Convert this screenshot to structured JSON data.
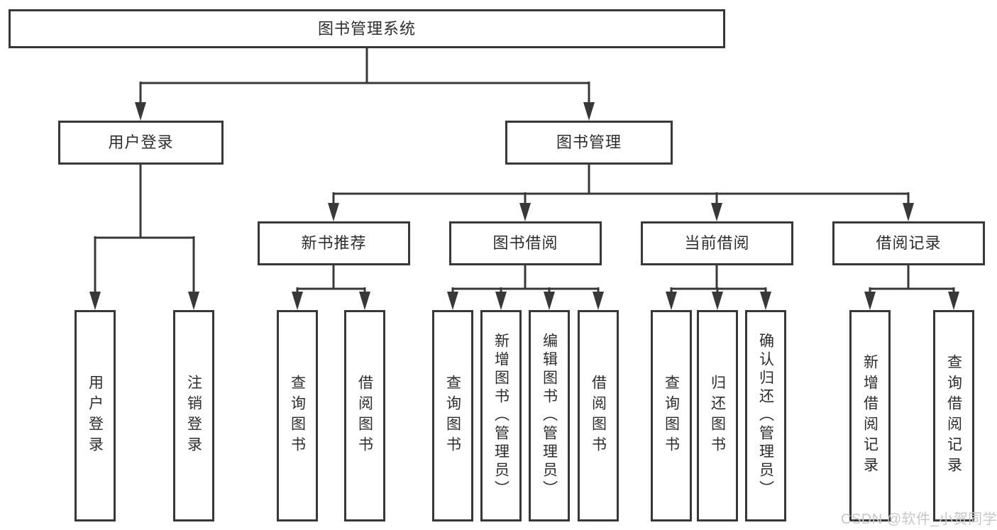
{
  "diagram": {
    "title": "图书管理系统",
    "type": "hierarchy-tree",
    "tree": {
      "root": {
        "label": "图书管理系统",
        "children": [
          {
            "label": "用户登录",
            "children": [
              {
                "label": "用户登录"
              },
              {
                "label": "注销登录"
              }
            ]
          },
          {
            "label": "图书管理",
            "children": [
              {
                "label": "新书推荐",
                "children": [
                  {
                    "label": "查询图书"
                  },
                  {
                    "label": "借阅图书"
                  }
                ]
              },
              {
                "label": "图书借阅",
                "children": [
                  {
                    "label": "查询图书"
                  },
                  {
                    "label": "新增图书（管理员）"
                  },
                  {
                    "label": "编辑图书（管理员）"
                  },
                  {
                    "label": "借阅图书"
                  }
                ]
              },
              {
                "label": "当前借阅",
                "children": [
                  {
                    "label": "查询图书"
                  },
                  {
                    "label": "归还图书"
                  },
                  {
                    "label": "确认归还（管理员）"
                  }
                ]
              },
              {
                "label": "借阅记录",
                "children": [
                  {
                    "label": "新增借阅记录"
                  },
                  {
                    "label": "查询借阅记录"
                  }
                ]
              }
            ]
          }
        ]
      }
    },
    "colors": {
      "line": "#383838",
      "box_border": "#383838",
      "box_fill": "#ffffff",
      "text": "#2d2d2d",
      "background": "#ffffff",
      "watermark": "#c7c7c7"
    }
  },
  "watermark": {
    "text": "CSDN @软件_小贺同学"
  }
}
